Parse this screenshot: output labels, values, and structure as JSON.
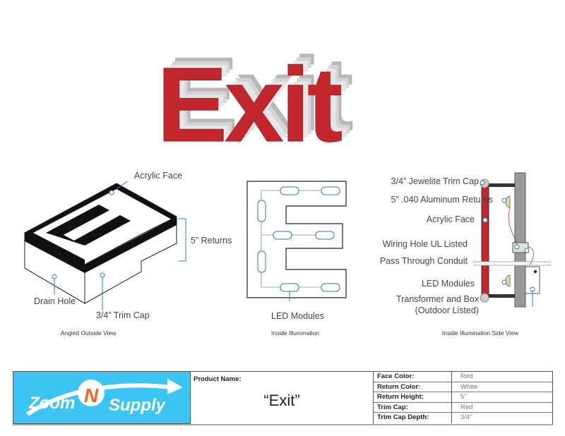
{
  "title_sign": {
    "text": "Exit",
    "face_color": "#C1272D",
    "return_color": "#D9D9D9"
  },
  "angled_view": {
    "labels": {
      "acrylic_face": "Acrylic Face",
      "returns": "5” Returns",
      "drain_hole": "Drain Hole",
      "trim_cap": "3/4” Trim Cap"
    },
    "caption": "Angled Outside View"
  },
  "inside_view": {
    "label": "LED Modules",
    "caption": "Inside Illumination"
  },
  "side_view": {
    "labels": {
      "trim_cap": "3/4” Jewelite Trim Cap",
      "returns": "5” .040 Aluminum Returns",
      "acrylic_face": "Acrylic Face",
      "wiring_hole": "Wiring Hole UL Listed",
      "conduit": "Pass Through Conduit",
      "led_modules": "LED Modules",
      "transformer_1": "Transformer and Box",
      "transformer_2": "(Outdoor Listed)"
    },
    "caption": "Inside Illumination Side View"
  },
  "footer": {
    "logo": {
      "text_left": "Zoom",
      "text_n": "N",
      "text_right": "Supply",
      "bg_color": "#3CC4F2",
      "accent": "#F26522"
    },
    "product_name_label": "Product Name:",
    "product_name": "“Exit”",
    "specs": [
      {
        "key": "Face Color:",
        "value": "Red"
      },
      {
        "key": "Return Color:",
        "value": "White"
      },
      {
        "key": "Return Height:",
        "value": "5”"
      },
      {
        "key": "Trim Cap:",
        "value": "Red"
      },
      {
        "key": "Trim Cap Depth:",
        "value": "3/4”"
      }
    ]
  }
}
